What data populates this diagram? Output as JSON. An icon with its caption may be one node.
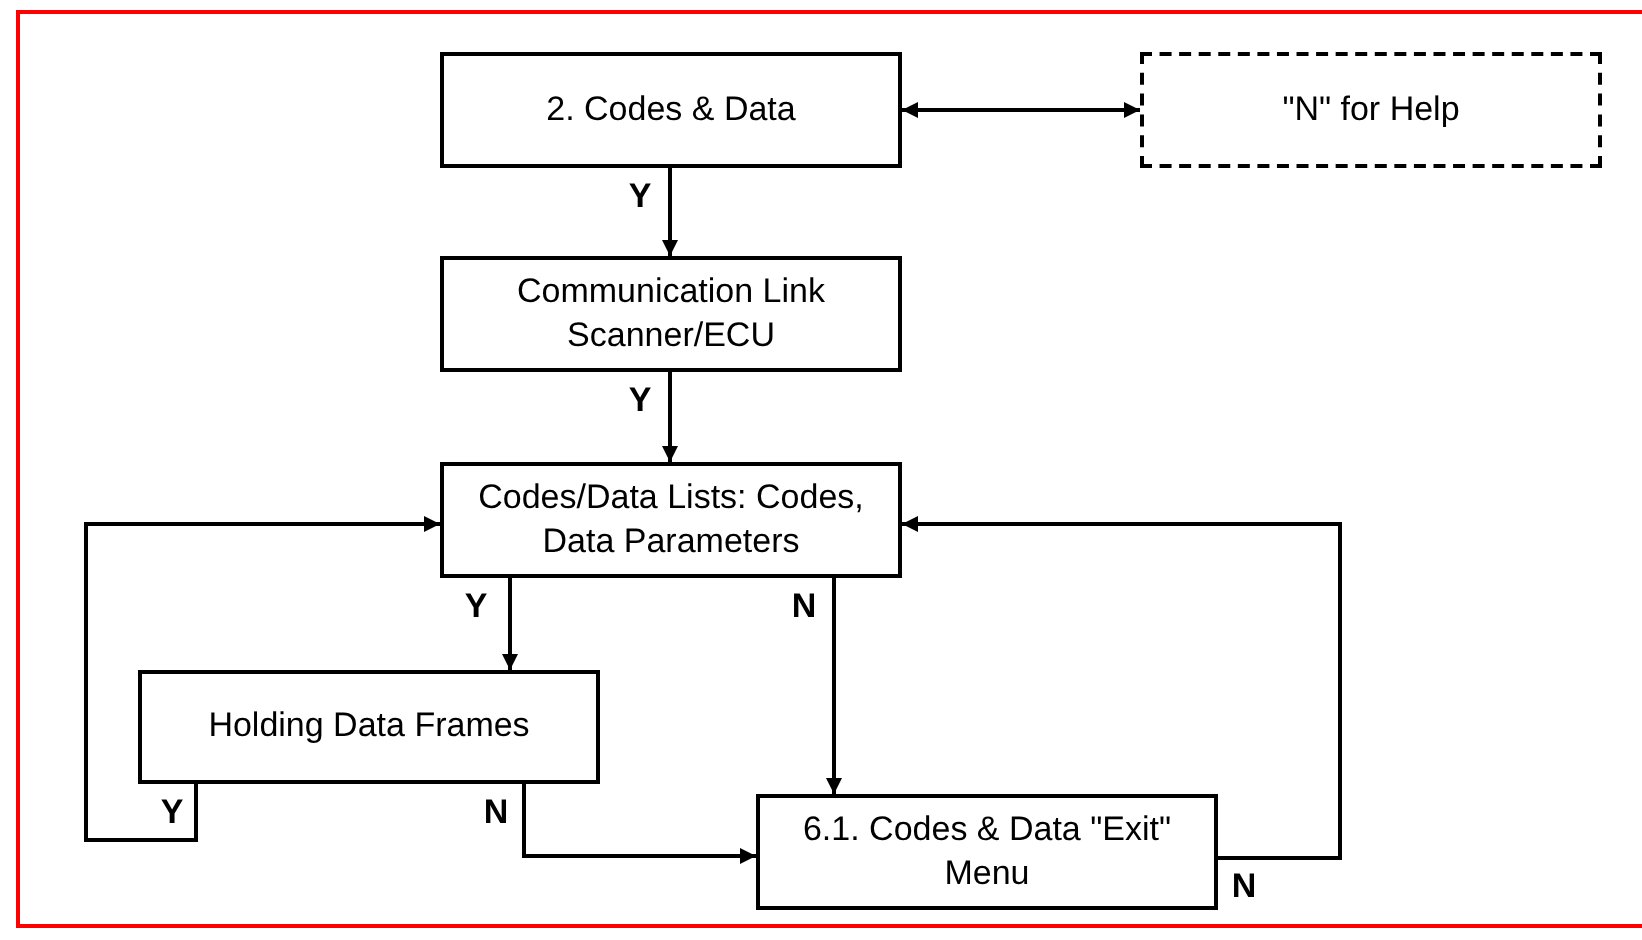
{
  "diagram": {
    "nodes": [
      {
        "text": [
          "2. Codes & Data"
        ]
      },
      {
        "text": [
          "\"N\" for Help"
        ]
      },
      {
        "text": [
          "Communication Link Scanner/ECU"
        ]
      },
      {
        "text": [
          "Codes/Data Lists: Codes, Data Parameters"
        ]
      },
      {
        "text": [
          "Holding Data Frames"
        ]
      },
      {
        "text": [
          "6.1. Codes & Data \"Exit\" Menu"
        ]
      }
    ],
    "edges": [
      {
        "from": 0,
        "to": 1,
        "arrow": "both"
      },
      {
        "from": 0,
        "to": 2,
        "arrow": "to",
        "label": "Y"
      },
      {
        "from": 2,
        "to": 3,
        "arrow": "to",
        "label": "Y"
      },
      {
        "from": 3,
        "to": 4,
        "arrow": "to",
        "label": "Y"
      },
      {
        "from": 3,
        "to": 5,
        "arrow": "to",
        "label": "N"
      },
      {
        "from": 4,
        "to": 3,
        "arrow": "to",
        "label": "Y"
      },
      {
        "from": 4,
        "to": 5,
        "arrow": "to",
        "label": "N"
      },
      {
        "from": 5,
        "to": 3,
        "arrow": "to",
        "label": "N"
      }
    ]
  }
}
